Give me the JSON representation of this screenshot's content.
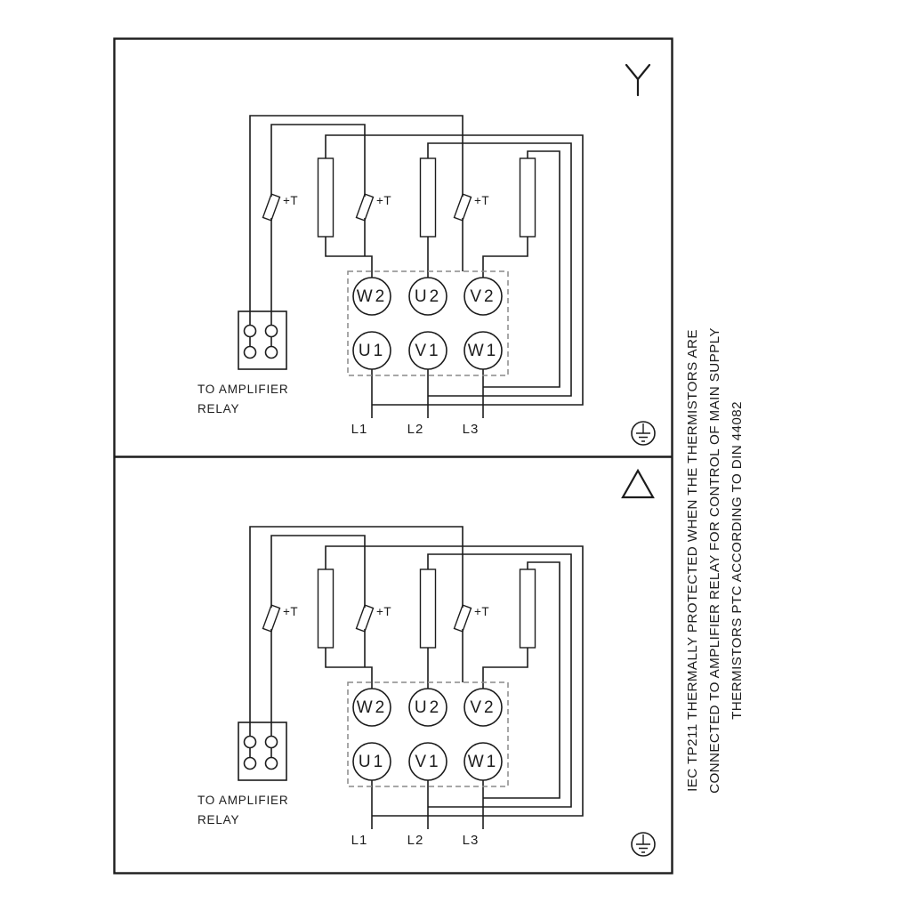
{
  "panels": [
    {
      "name": "star-connection",
      "symbol": "star",
      "terminals": {
        "top": [
          "W2",
          "U2",
          "V2"
        ],
        "bottom": [
          "U1",
          "V1",
          "W1"
        ]
      },
      "supply": [
        "L1",
        "L2",
        "L3"
      ],
      "thermistors": [
        "+T",
        "+T",
        "+T"
      ],
      "note": [
        "TO AMPLIFIER",
        "RELAY"
      ]
    },
    {
      "name": "delta-connection",
      "symbol": "delta",
      "terminals": {
        "top": [
          "W2",
          "U2",
          "V2"
        ],
        "bottom": [
          "U1",
          "V1",
          "W1"
        ]
      },
      "supply": [
        "L1",
        "L2",
        "L3"
      ],
      "thermistors": [
        "+T",
        "+T",
        "+T"
      ],
      "note": [
        "TO AMPLIFIER",
        "RELAY"
      ]
    }
  ],
  "sidebar": {
    "lines": [
      "IEC TP211 THERMALLY PROTECTED WHEN THE THERMISTORS ARE",
      "CONNECTED TO AMPLIFIER RELAY FOR CONTROL OF MAIN SUPPLY",
      "THERMISTORS PTC ACCORDING TO DIN 44082"
    ]
  },
  "colors": {
    "line": "#1c1c1c",
    "dashed_box": "#8a8a8a",
    "background": "#ffffff"
  }
}
